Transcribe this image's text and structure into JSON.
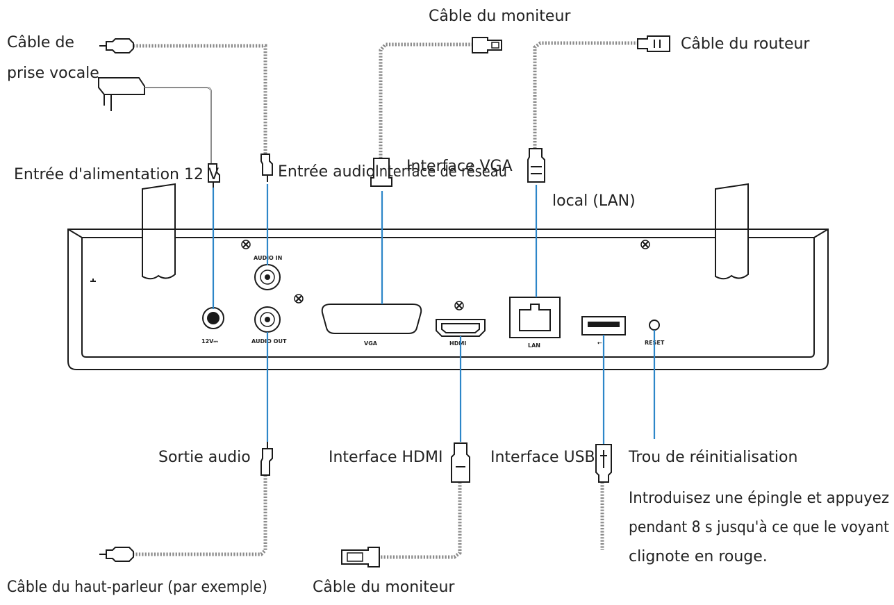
{
  "diagram": {
    "labels": {
      "voice_cable_line1": "Câble de",
      "voice_cable_line2": "prise vocale",
      "monitor_cable_top": "Câble du moniteur",
      "router_cable": "Câble du routeur",
      "power_input": "Entrée d'alimentation 12 V",
      "audio_input": "Entrée audio",
      "vga_interface": "Interface VGA",
      "lan_interface_line1": "Interface de réseau",
      "lan_interface_line2": "local (LAN)",
      "audio_output": "Sortie audio",
      "hdmi_interface": "Interface HDMI",
      "usb_interface": "Interface USB",
      "reset_hole": "Trou de réinitialisation",
      "reset_note_line1": "Introduisez une épingle et appuyez",
      "reset_note_line2": "pendant 8 s jusqu'à ce que le voyant",
      "reset_note_line3": "clignote en rouge.",
      "speaker_cable": "Câble du haut-parleur (par exemple)",
      "monitor_cable_bottom": "Câble du moniteur"
    },
    "port_labels": {
      "power": "12V⎓",
      "audio_in": "AUDIO IN",
      "audio_out": "AUDIO OUT",
      "vga": "VGA",
      "hdmi": "HDMI",
      "lan": "LAN",
      "usb": "⭠",
      "reset": "RESET"
    },
    "colors": {
      "leader_line": "#2c86c8",
      "cable_dash": "#8a8a8a",
      "outline": "#1a1a1a",
      "text": "#222222"
    }
  }
}
